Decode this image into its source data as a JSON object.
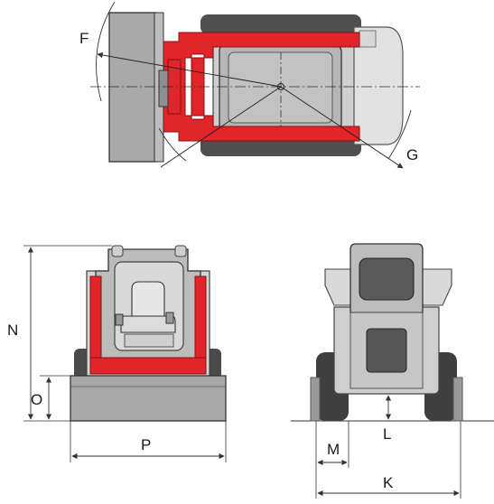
{
  "colors": {
    "frame_red": "#e0262b",
    "body_gray": "#c9c9c9",
    "dark_gray": "#5a5a5a",
    "outline": "#333333"
  },
  "labels": {
    "F": "F",
    "G": "G",
    "N": "N",
    "O": "O",
    "P": "P",
    "K": "K",
    "L": "L",
    "M": "M"
  }
}
